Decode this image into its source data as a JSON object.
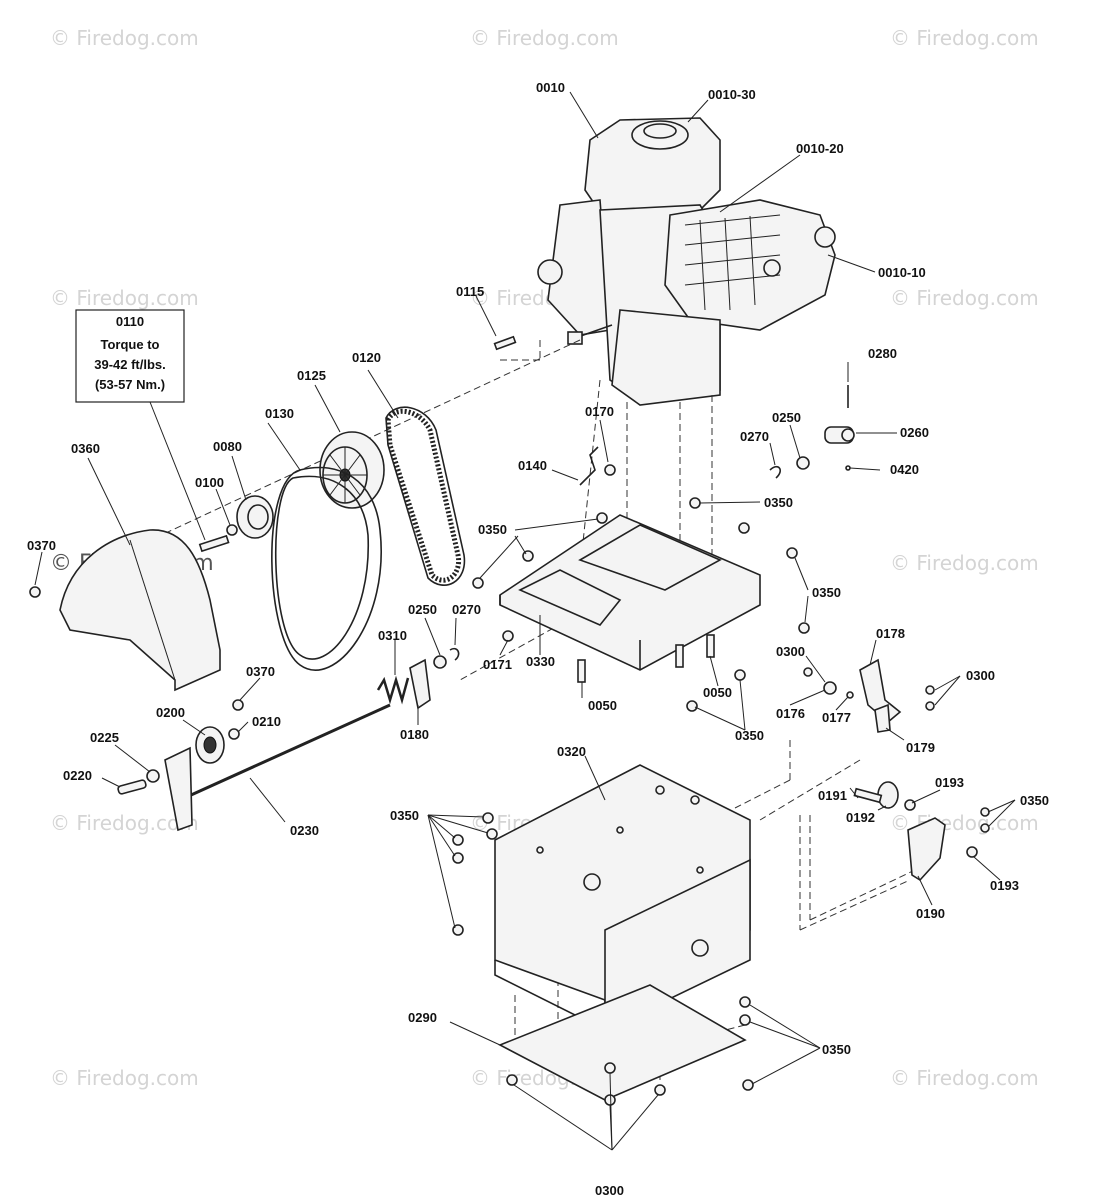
{
  "watermark": "© Firedog.com",
  "note": {
    "ref": "0110",
    "lines": [
      "Torque to",
      "39-42 ft/lbs.",
      "(53-57 Nm.)"
    ]
  },
  "labels": {
    "p0010": "0010",
    "p0010_30": "0010-30",
    "p0010_20": "0010-20",
    "p0010_10": "0010-10",
    "p0115": "0115",
    "p0120": "0120",
    "p0125": "0125",
    "p0130": "0130",
    "p0080": "0080",
    "p0100": "0100",
    "p0360": "0360",
    "p0370a": "0370",
    "p0370b": "0370",
    "p0280": "0280",
    "p0250a": "0250",
    "p0270a": "0270",
    "p0260": "0260",
    "p0420": "0420",
    "p0170": "0170",
    "p0140": "0140",
    "p0350a": "0350",
    "p0350b": "0350",
    "p0350c": "0350",
    "p0350d": "0350",
    "p0350e": "0350",
    "p0350f": "0350",
    "p0250b": "0250",
    "p0270b": "0270",
    "p0310": "0310",
    "p0171": "0171",
    "p0330": "0330",
    "p0050a": "0050",
    "p0050b": "0050",
    "p0180": "0180",
    "p0178": "0178",
    "p0300a": "0300",
    "p0300b": "0300",
    "p0176": "0176",
    "p0177": "0177",
    "p0179": "0179",
    "p0200": "0200",
    "p0210": "0210",
    "p0225": "0225",
    "p0220": "0220",
    "p0230": "0230",
    "p0320": "0320",
    "p0191": "0191",
    "p0193a": "0193",
    "p0193b": "0193",
    "p0192": "0192",
    "p0190": "0190",
    "p0290": "0290",
    "p0300c": "0300"
  }
}
